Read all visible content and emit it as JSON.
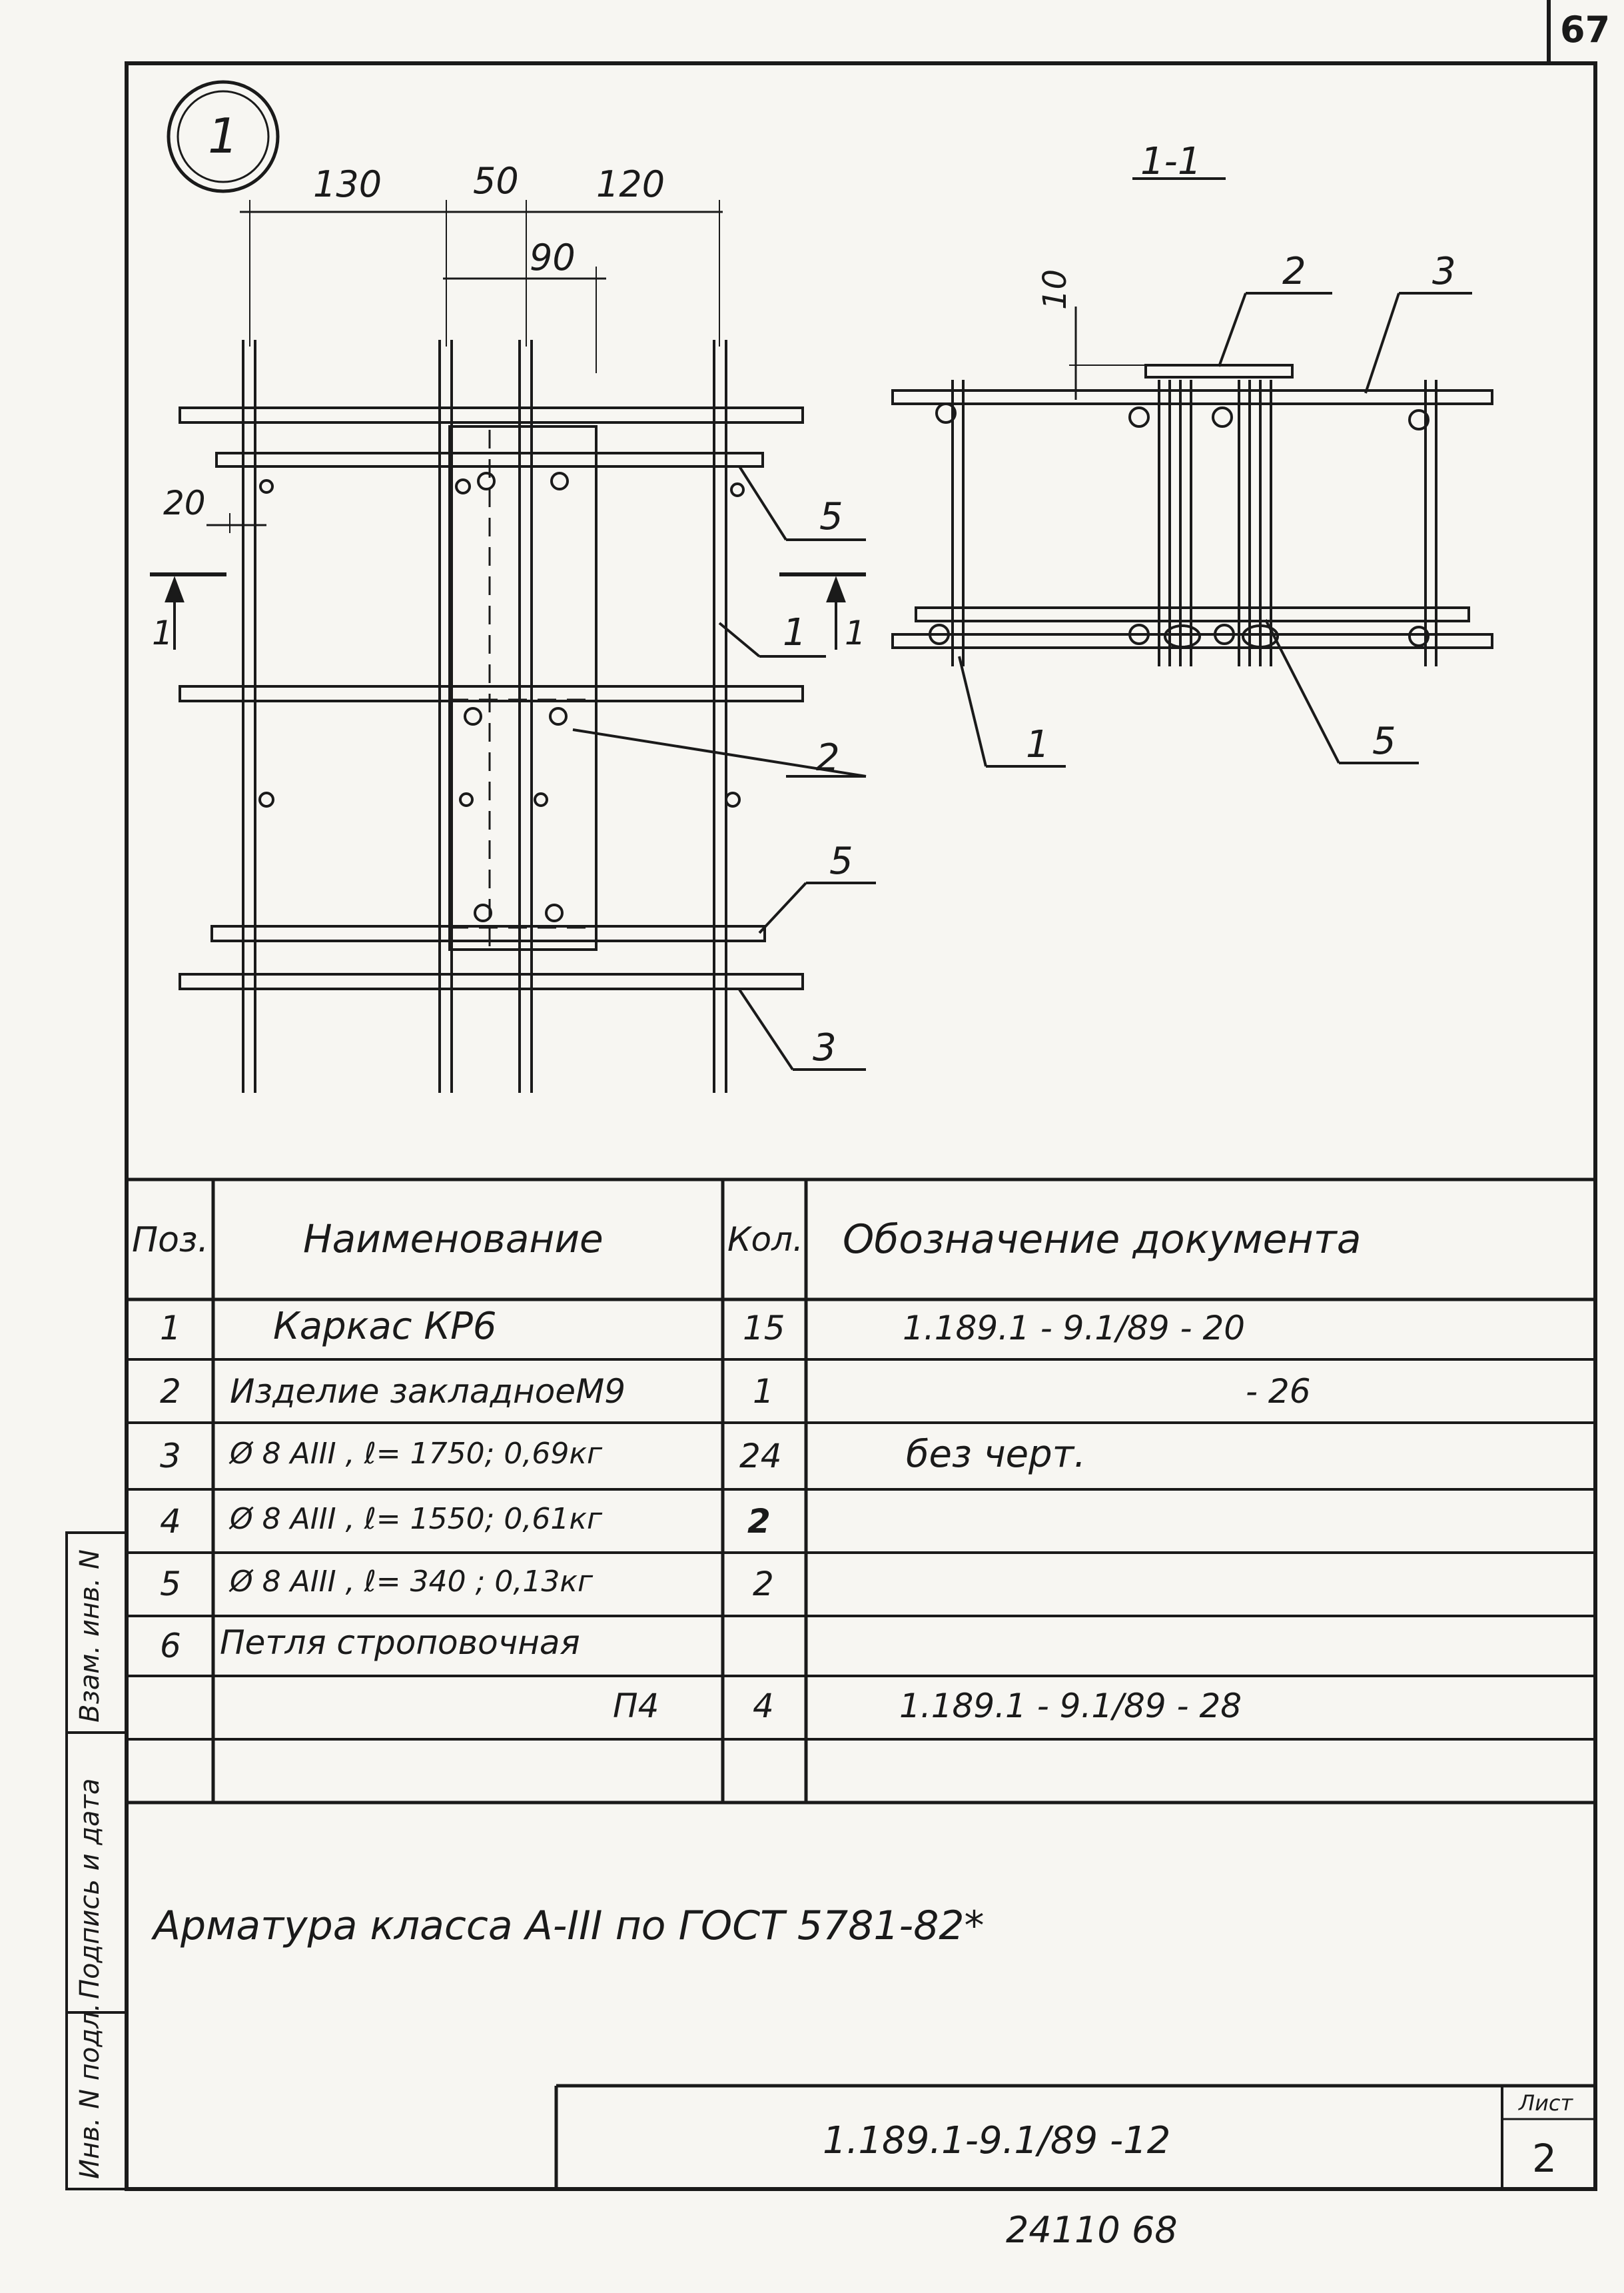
{
  "sheet_corner_number": "67",
  "view_number": "1",
  "section_title": "1-1",
  "dimensions": {
    "d130": "130",
    "d50": "50",
    "d120": "120",
    "d90": "90",
    "d20": "20",
    "d10": "10"
  },
  "plan_callouts": {
    "c5a": "5",
    "c1": "1",
    "c2": "2",
    "c5b": "5",
    "c3": "3"
  },
  "section_marks": {
    "left": "1",
    "right": "1"
  },
  "section_callouts": {
    "c2": "2",
    "c3": "3",
    "c1": "1",
    "c5": "5"
  },
  "table": {
    "headers": {
      "pos": "Поз.",
      "name": "Наименование",
      "qty": "Кол.",
      "doc": "Обозначение документа"
    },
    "rows": [
      {
        "pos": "1",
        "name": "Каркас  КР6",
        "qty": "15",
        "doc": "1.189.1 - 9.1/89 - 20"
      },
      {
        "pos": "2",
        "name": "Изделие закладноеМ9",
        "qty": "1",
        "doc": "- 26"
      },
      {
        "pos": "3",
        "name": "Ø 8 AIII , ℓ= 1750; 0,69кг",
        "qty": "24",
        "doc": "без  черт."
      },
      {
        "pos": "4",
        "name": "Ø 8 AIII , ℓ= 1550; 0,61кг",
        "qty": "2",
        "doc": ""
      },
      {
        "pos": "5",
        "name": "Ø 8 AIII , ℓ= 340 ; 0,13кг",
        "qty": "2",
        "doc": ""
      },
      {
        "pos": "6",
        "name": "Петля строповочная",
        "qty": "",
        "doc": ""
      },
      {
        "pos": "",
        "name": "П4",
        "qty": "4",
        "doc": "1.189.1 - 9.1/89 - 28"
      },
      {
        "pos": "",
        "name": "",
        "qty": "",
        "doc": ""
      }
    ]
  },
  "note": "Арматура  класса  А-III  по  ГОСТ 5781-82*",
  "side_labels": {
    "inv_orig": "Инв. N подл.",
    "sign_date": "Подпись и дата",
    "replace_inv": "Взам. инв. N"
  },
  "title_block": {
    "designation": "1.189.1-9.1/89 -12",
    "sheet_label": "Лист",
    "sheet_number": "2"
  },
  "bottom_number": "24110  68"
}
